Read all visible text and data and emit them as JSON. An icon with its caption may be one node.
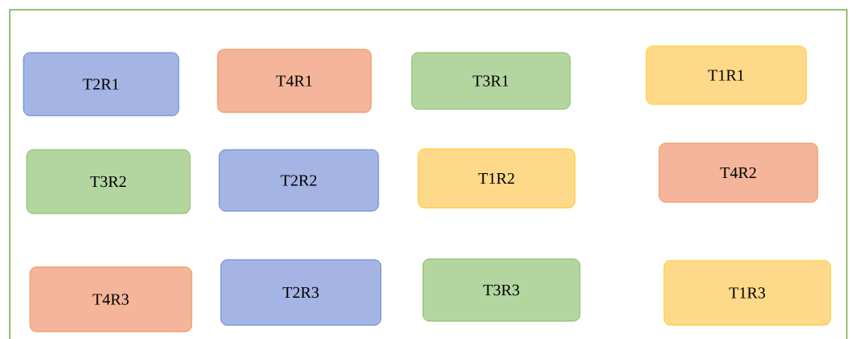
{
  "diagram": {
    "nodes": [
      {
        "text": [
          "T2R1"
        ]
      },
      {
        "text": [
          "T4R1"
        ]
      },
      {
        "text": [
          "T3R1"
        ]
      },
      {
        "text": [
          "T1R1"
        ]
      },
      {
        "text": [
          "T3R2"
        ]
      },
      {
        "text": [
          "T2R2"
        ]
      },
      {
        "text": [
          "T1R2"
        ]
      },
      {
        "text": [
          "T4R2"
        ]
      },
      {
        "text": [
          "T4R3"
        ]
      },
      {
        "text": [
          "T2R3"
        ]
      },
      {
        "text": [
          "T3R3"
        ]
      },
      {
        "text": [
          "T1R3"
        ]
      }
    ]
  }
}
